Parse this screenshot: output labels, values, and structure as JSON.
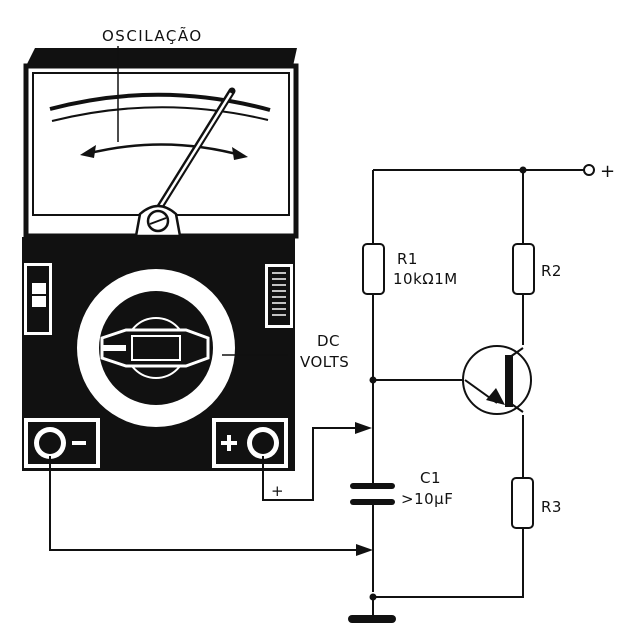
{
  "meter": {
    "label_oscillation": "OSCILAÇÃO",
    "dial_text_top": "DC",
    "dial_text_bottom": "VOLTS",
    "terminal_minus": "−",
    "terminal_plus": "+",
    "probe_plus": "+"
  },
  "circuit": {
    "supply": "+",
    "r1_name": "R1",
    "r1_value": "10kΩ1M",
    "r2_name": "R2",
    "r3_name": "R3",
    "c1_name": "C1",
    "c1_value": ">10μF"
  },
  "colors": {
    "ink": "#111111",
    "paper": "#ffffff"
  }
}
